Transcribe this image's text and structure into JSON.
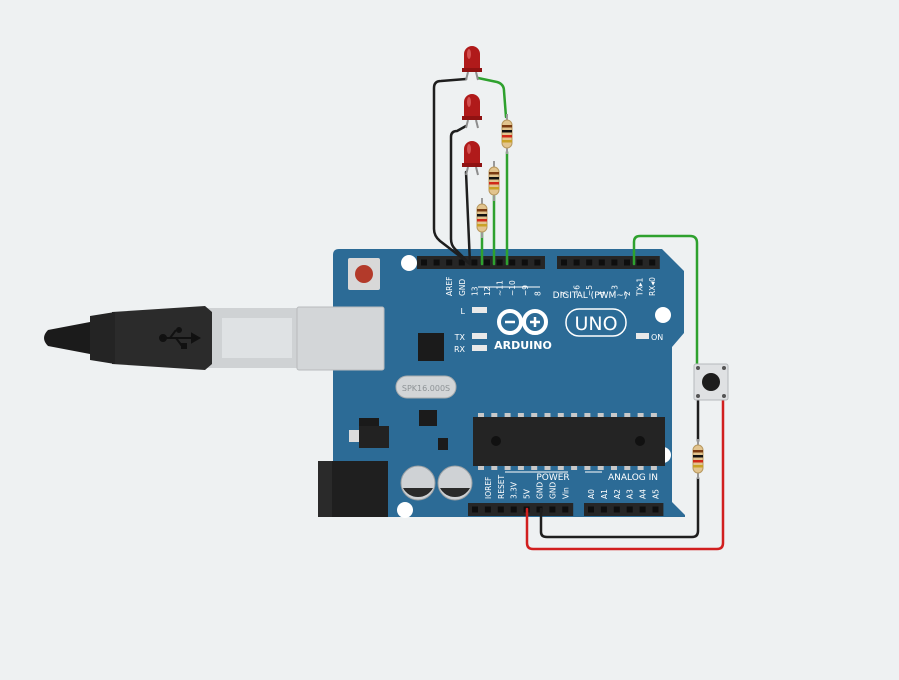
{
  "canvas": {
    "background": "#eef1f2"
  },
  "board": {
    "name": "UNO",
    "brand": "ARDUINO",
    "color": "#2c6b96",
    "crystal_text": "SPK16.000S",
    "on_label": "ON",
    "led_labels": {
      "l": "L",
      "tx": "TX",
      "rx": "RX"
    },
    "digital_header_label": "DIGITAL (PWM~)",
    "digital_pins": [
      "AREF",
      "GND",
      "13",
      "12",
      "~11",
      "~10",
      "~9",
      "8",
      "7",
      "~6",
      "~5",
      "4",
      "~3",
      "2",
      "TX▸1",
      "RX◂0"
    ],
    "power_header_label": "POWER",
    "power_pins": [
      "IOREF",
      "RESET",
      "3.3V",
      "5V",
      "GND",
      "GND",
      "Vin"
    ],
    "analog_header_label": "ANALOG IN",
    "analog_pins": [
      "A0",
      "A1",
      "A2",
      "A3",
      "A4",
      "A5"
    ]
  },
  "components": {
    "leds": {
      "count": 3,
      "color": "#b01a1a",
      "icon": "red-led-icon"
    },
    "resistors": {
      "count": 4,
      "icon": "resistor-icon"
    },
    "pushbutton": {
      "icon": "pushbutton-icon"
    },
    "usb_cable": {
      "icon": "usb-b-cable-icon",
      "symbol_icon": "usb-trident-icon"
    }
  },
  "wire_colors": {
    "green": "#2ea12e",
    "black": "#1e1e1e",
    "red": "#d11f1f"
  }
}
